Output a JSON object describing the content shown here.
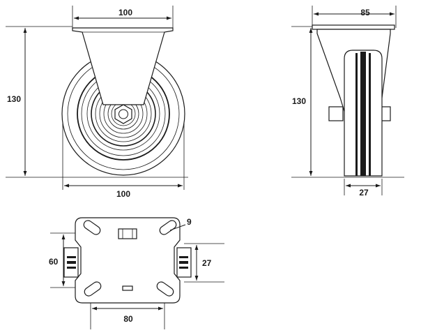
{
  "front_view": {
    "top_width": "100",
    "height": "130",
    "wheel_width": "100"
  },
  "side_view": {
    "overall_width": "85",
    "height": "130",
    "tread_width": "27"
  },
  "top_view": {
    "slot_size": "9",
    "hole_spacing_y": "60",
    "wheel_dim": "27",
    "hole_spacing_x": "80"
  },
  "colors": {
    "line": "#1a1a1a",
    "fill": "#ffffff",
    "shade": "#dcdcdc"
  }
}
